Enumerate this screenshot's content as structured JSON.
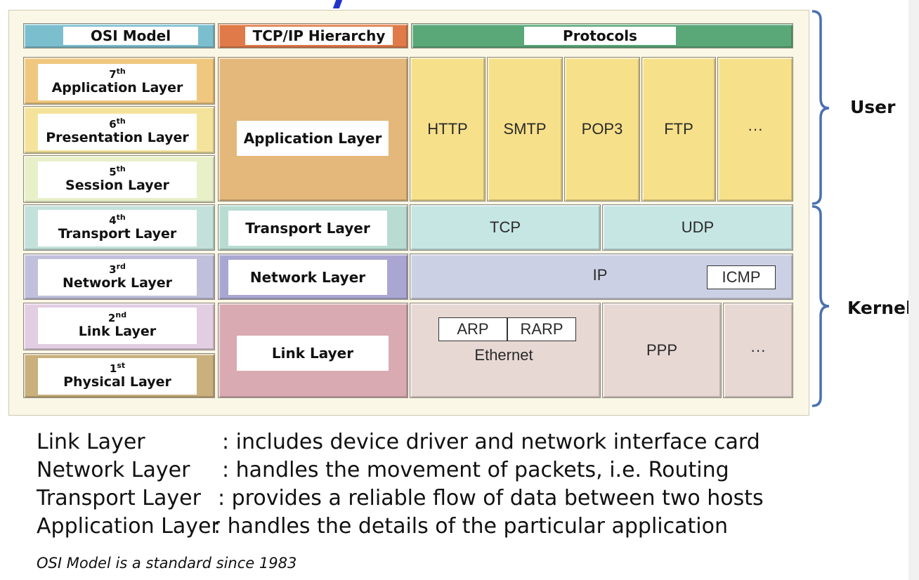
{
  "headers": {
    "osi": "OSI Model",
    "tcpip": "TCP/IP Hierarchy",
    "protocols": "Protocols"
  },
  "osi_layers": [
    {
      "num": "7",
      "suffix": "th",
      "name": "Application Layer",
      "color": "#f0c77e"
    },
    {
      "num": "6",
      "suffix": "th",
      "name": "Presentation Layer",
      "color": "#f4e39a"
    },
    {
      "num": "5",
      "suffix": "th",
      "name": "Session Layer",
      "color": "#e8f0c8"
    },
    {
      "num": "4",
      "suffix": "th",
      "name": "Transport Layer",
      "color": "#c4e0da"
    },
    {
      "num": "3",
      "suffix": "rd",
      "name": "Network Layer",
      "color": "#c0c0dc"
    },
    {
      "num": "2",
      "suffix": "nd",
      "name": "Link Layer",
      "color": "#e2cde2"
    },
    {
      "num": "1",
      "suffix": "st",
      "name": "Physical Layer",
      "color": "#c9b07c"
    }
  ],
  "tcpip_layers": {
    "application": "Application Layer",
    "transport": "Transport Layer",
    "network": "Network Layer",
    "link": "Link Layer"
  },
  "protocols": {
    "app": [
      "HTTP",
      "SMTP",
      "POP3",
      "FTP",
      "···"
    ],
    "transport": [
      "TCP",
      "UDP"
    ],
    "network": {
      "main": "IP",
      "boxed": "ICMP"
    },
    "link": {
      "arp": "ARP",
      "rarp": "RARP",
      "ethernet": "Ethernet",
      "ppp": "PPP",
      "more": "···"
    }
  },
  "braces": {
    "user": "User",
    "kernel": "Kernel"
  },
  "descriptions": [
    {
      "term": "Link Layer",
      "def": ": includes device driver and network interface card"
    },
    {
      "term": "Network Layer",
      "def": ": handles the movement of packets, i.e. Routing"
    },
    {
      "term": "Transport Layer",
      "def": ": provides a reliable flow of data between two hosts"
    },
    {
      "term": "Application Layer",
      "def": ": handles the details of the particular application"
    }
  ],
  "note": "OSI Model is a standard since 1983",
  "colors": {
    "osi_header": "#7bbfcf",
    "tcpip_header": "#e07a48",
    "protocols_header": "#5aa878",
    "app_tcpip": "#e3b87a",
    "app_proto": "#f7e08a",
    "transport_tcpip": "#b8dcd2",
    "transport_proto": "#c6e6e4",
    "network_tcpip": "#a9a6d2",
    "network_proto": "#ccd0e4",
    "link_tcpip": "#d9aab2",
    "link_proto": "#e7d8d4",
    "brace": "#4a70b0"
  }
}
